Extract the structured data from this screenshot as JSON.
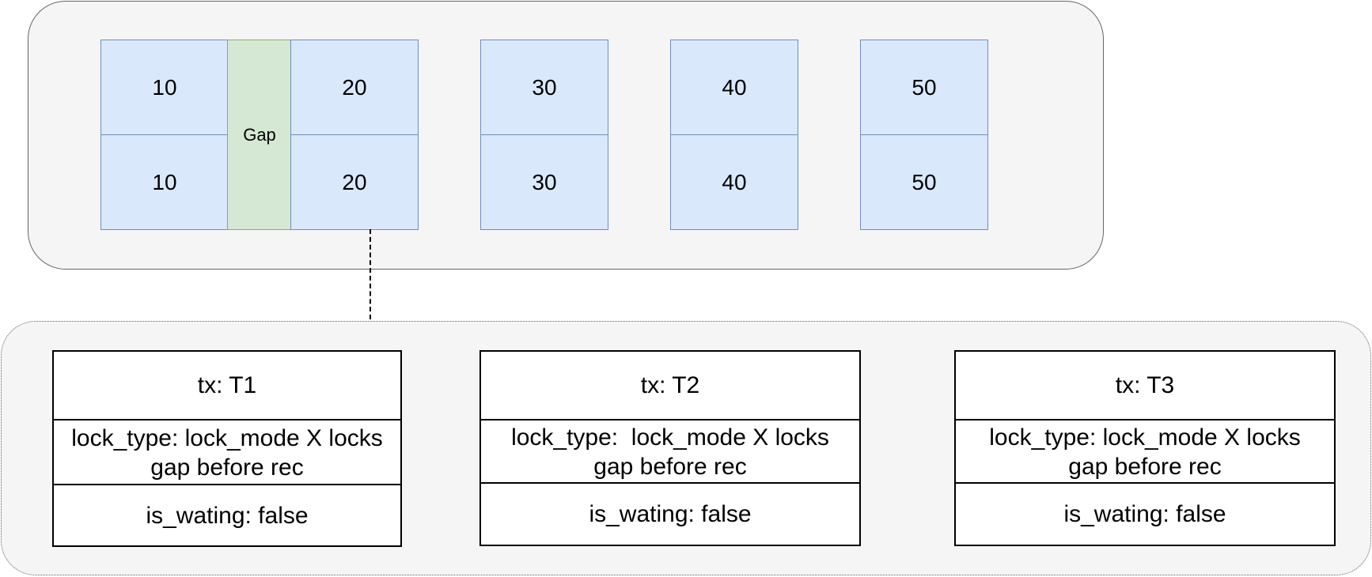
{
  "index_records": [
    {
      "top": "10",
      "bottom": "10"
    },
    {
      "top": "20",
      "bottom": "20"
    },
    {
      "top": "30",
      "bottom": "30"
    },
    {
      "top": "40",
      "bottom": "40"
    },
    {
      "top": "50",
      "bottom": "50"
    }
  ],
  "gap_label": "Gap",
  "locks": [
    {
      "tx": "tx: T1",
      "lock_type_line1": "lock_type: lock_mode X locks",
      "lock_type_line2": "gap before rec",
      "waiting": "is_wating: false"
    },
    {
      "tx": "tx: T2",
      "lock_type_line1": "lock_type:  lock_mode X locks",
      "lock_type_line2": "gap before rec",
      "waiting": "is_wating: false"
    },
    {
      "tx": "tx: T3",
      "lock_type_line1": "lock_type: lock_mode X locks",
      "lock_type_line2": "gap before rec",
      "waiting": "is_wating: false"
    }
  ],
  "colors": {
    "record_fill": "#dae8fc",
    "record_border": "#6c8ebf",
    "gap_fill": "#d5e8d4",
    "gap_border": "#82b366",
    "panel_fill": "#f5f5f5"
  }
}
